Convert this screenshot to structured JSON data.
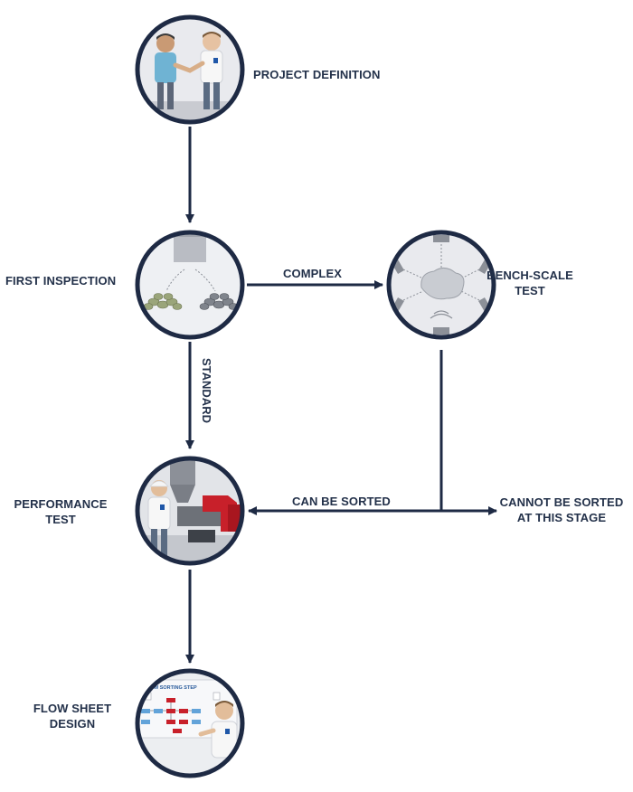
{
  "nodes": {
    "project_definition": {
      "label": "PROJECT DEFINITION"
    },
    "first_inspection": {
      "label": "FIRST INSPECTION"
    },
    "bench_scale_test": {
      "line1": "BENCH-SCALE",
      "line2": "TEST"
    },
    "performance_test": {
      "line1": "PERFORMANCE",
      "line2": "TEST"
    },
    "flow_sheet_design": {
      "line1": "FLOW SHEET",
      "line2": "DESIGN",
      "screen_title": "NEW SORTING STEP"
    }
  },
  "edges": {
    "complex": "COMPLEX",
    "standard": "STANDARD",
    "can_be_sorted": "CAN BE SORTED",
    "cannot_be_sorted": {
      "line1": "CANNOT BE SORTED",
      "line2": "AT THIS STAGE"
    }
  },
  "colors": {
    "ring": "#1e2a44",
    "arrow": "#1e2a44",
    "label": "#23314a",
    "circle_bg": "#e9eaee",
    "shirt_blue": "#6fb3d3",
    "machine_red": "#c8202a"
  },
  "icons": [
    "handshake-illustration",
    "sorting-hopper-illustration",
    "sensor-ore-illustration",
    "sorting-machine-illustration",
    "flowsheet-presentation-illustration"
  ]
}
